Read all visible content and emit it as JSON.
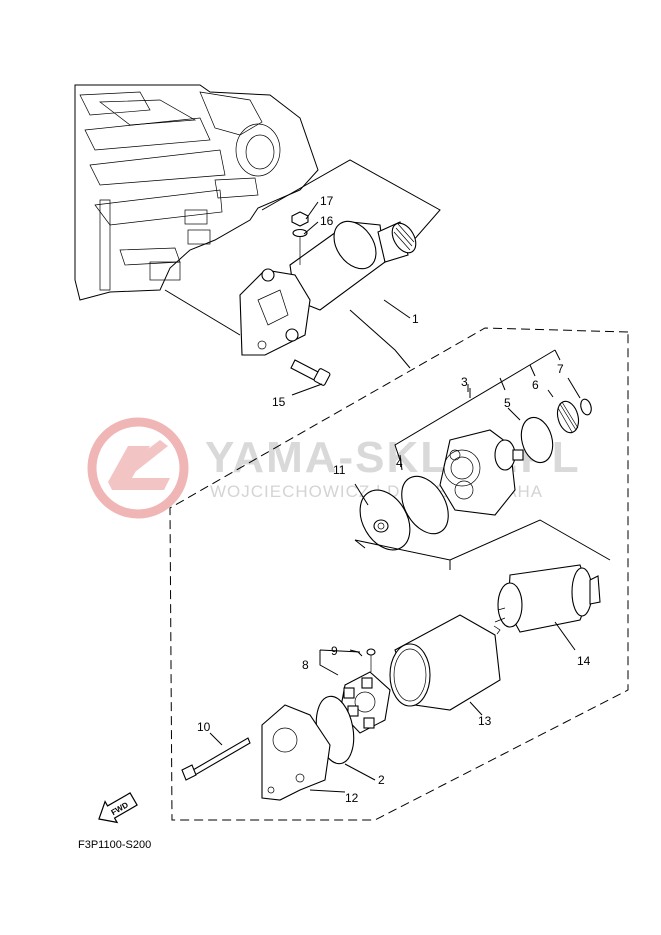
{
  "diagram_code": "F3P1100-S200",
  "watermark": {
    "brand": "YAMA-SKLEP.PL",
    "subtitle": "WOJCIECHOWICZ | DEALER YAMAHA",
    "logo_color": "#e8a0a0",
    "text_color": "#d9d9d9"
  },
  "fwd_arrow_label": "FWD",
  "callouts": [
    {
      "id": "1",
      "label": "1"
    },
    {
      "id": "2",
      "label": "2"
    },
    {
      "id": "3",
      "label": "3"
    },
    {
      "id": "4",
      "label": "4"
    },
    {
      "id": "5",
      "label": "5"
    },
    {
      "id": "6",
      "label": "6"
    },
    {
      "id": "7",
      "label": "7"
    },
    {
      "id": "8",
      "label": "8"
    },
    {
      "id": "9",
      "label": "9"
    },
    {
      "id": "10",
      "label": "10"
    },
    {
      "id": "11",
      "label": "11"
    },
    {
      "id": "12",
      "label": "12"
    },
    {
      "id": "13",
      "label": "13"
    },
    {
      "id": "14",
      "label": "14"
    },
    {
      "id": "15",
      "label": "15"
    },
    {
      "id": "16",
      "label": "16"
    },
    {
      "id": "17",
      "label": "17"
    }
  ]
}
